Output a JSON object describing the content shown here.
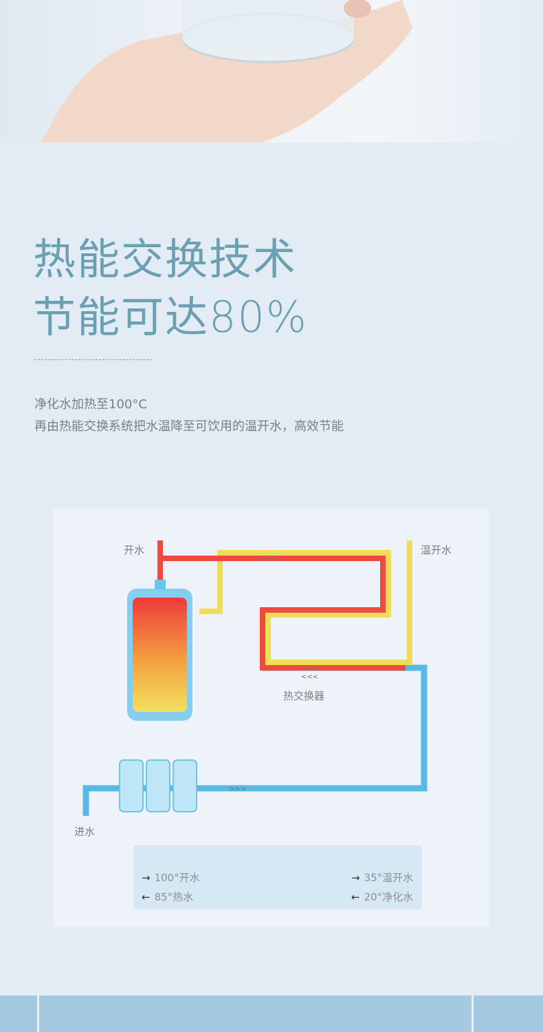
{
  "headline": {
    "line1": "热能交换技术",
    "line2": "节能可达80%"
  },
  "description": {
    "line1": "净化水加热至100°C",
    "line2": "再由热能交换系统把水温降至可饮用的温开水，高效节能"
  },
  "diagram": {
    "labels": {
      "boiling": "开水",
      "warm": "温开水",
      "exchanger": "热交换器",
      "inlet": "进水"
    },
    "legend": [
      {
        "arrow": "→",
        "text": "100°开水"
      },
      {
        "arrow": "←",
        "text": "85°热水"
      },
      {
        "arrow": "→",
        "text": "35°温开水"
      },
      {
        "arrow": "←",
        "text": "20°净化水"
      }
    ],
    "colors": {
      "hot": "#f04545",
      "warm": "#f0dc55",
      "cold": "#5ab8e2"
    }
  }
}
